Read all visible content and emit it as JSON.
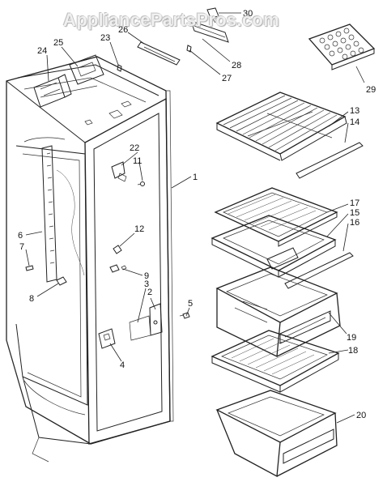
{
  "watermark": "AppliancePartsPros.com",
  "callouts": [
    {
      "id": "1",
      "text": "1"
    },
    {
      "id": "2",
      "text": "2"
    },
    {
      "id": "3",
      "text": "3"
    },
    {
      "id": "4",
      "text": "4"
    },
    {
      "id": "5",
      "text": "5"
    },
    {
      "id": "6",
      "text": "6"
    },
    {
      "id": "7",
      "text": "7"
    },
    {
      "id": "8",
      "text": "8"
    },
    {
      "id": "9",
      "text": "9"
    },
    {
      "id": "11",
      "text": "11"
    },
    {
      "id": "12",
      "text": "12"
    },
    {
      "id": "13",
      "text": "13"
    },
    {
      "id": "14",
      "text": "14"
    },
    {
      "id": "15",
      "text": "15"
    },
    {
      "id": "16",
      "text": "16"
    },
    {
      "id": "17",
      "text": "17"
    },
    {
      "id": "18",
      "text": "18"
    },
    {
      "id": "19",
      "text": "19"
    },
    {
      "id": "20",
      "text": "20"
    },
    {
      "id": "22",
      "text": "22"
    },
    {
      "id": "23",
      "text": "23"
    },
    {
      "id": "24",
      "text": "24"
    },
    {
      "id": "25",
      "text": "25"
    },
    {
      "id": "26",
      "text": "26"
    },
    {
      "id": "27",
      "text": "27"
    },
    {
      "id": "28",
      "text": "28"
    },
    {
      "id": "29",
      "text": "29"
    },
    {
      "id": "30",
      "text": "30"
    }
  ]
}
